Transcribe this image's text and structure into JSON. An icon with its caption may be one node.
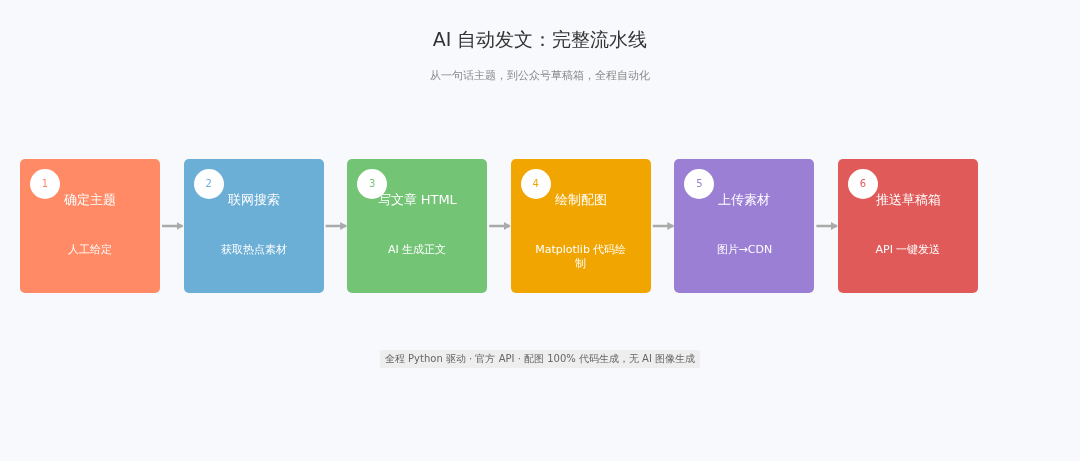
{
  "diagram": {
    "title": "AI 自动发文：完整流水线",
    "caption": "从一句话主题，到公众号草稿箱，全程自动化",
    "nodes": [
      {
        "text": [
          "确定主题",
          "人工给定"
        ]
      },
      {
        "text": [
          "1"
        ],
        "in": 0
      },
      {
        "text": [
          "联网搜索",
          "获取热点素材"
        ]
      },
      {
        "text": [
          "2"
        ],
        "in": 2
      },
      {
        "text": [
          "写文章 HTML",
          "AI 生成正文"
        ]
      },
      {
        "text": [
          "3"
        ],
        "in": 4
      },
      {
        "text": [
          "绘制配图",
          "Matplotlib 代码绘制"
        ]
      },
      {
        "text": [
          "4"
        ],
        "in": 6
      },
      {
        "text": [
          "上传素材",
          "图片→CDN"
        ]
      },
      {
        "text": [
          "5"
        ],
        "in": 8
      },
      {
        "text": [
          "推送草稿箱",
          "API 一键发送"
        ]
      },
      {
        "text": [
          "6"
        ],
        "in": 10
      }
    ],
    "edges": [
      {
        "from": 0,
        "to": 2,
        "arrow": "to"
      },
      {
        "from": 2,
        "to": 4,
        "arrow": "to"
      },
      {
        "from": 4,
        "to": 6,
        "arrow": "to"
      },
      {
        "from": 6,
        "to": 8,
        "arrow": "to"
      },
      {
        "from": 8,
        "to": 10,
        "arrow": "to"
      }
    ],
    "labels": [
      "全程 Python 驱动 · 官方 API · 配图 100% 代码生成，无 AI 图像生成"
    ]
  }
}
